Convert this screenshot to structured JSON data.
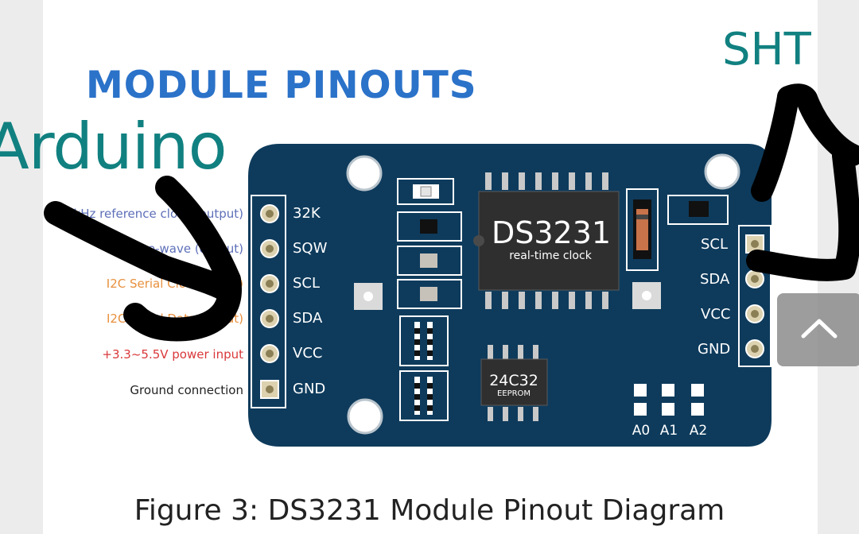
{
  "heading": "MODULE PINOUTS",
  "annotations": {
    "left_label": "Arduino",
    "right_label": "SHT"
  },
  "left_pins": [
    {
      "label": "32K",
      "description": "32kHz reference clock (output)",
      "desc_color": "#5d6fb8"
    },
    {
      "label": "SQW",
      "description": "Square-wave (output)",
      "desc_color": "#5d6fb8"
    },
    {
      "label": "SCL",
      "description": "I2C Serial Clock (input)",
      "desc_color": "#e8903e"
    },
    {
      "label": "SDA",
      "description": "I2C Serial Data (in/out)",
      "desc_color": "#e8903e"
    },
    {
      "label": "VCC",
      "description": "+3.3~5.5V power input",
      "desc_color": "#d9383a"
    },
    {
      "label": "GND",
      "description": "Ground connection",
      "desc_color": "#222222"
    }
  ],
  "right_pins": [
    {
      "label": "SCL"
    },
    {
      "label": "SDA"
    },
    {
      "label": "VCC"
    },
    {
      "label": "GND"
    }
  ],
  "chips": {
    "rtc_name": "DS3231",
    "rtc_sub": "real-time clock",
    "eeprom_name": "24C32",
    "eeprom_sub": "EEPROM"
  },
  "address_pads": [
    "A0",
    "A1",
    "A2"
  ],
  "caption": "Figure 3: DS3231 Module Pinout Diagram",
  "colors": {
    "board": "#0e3b5c",
    "heading": "#2b72c9",
    "handwriting": "#118080",
    "marker": "#000000",
    "chip": "#2f2f2f"
  },
  "scroll_button_icon": "chevron-up-icon"
}
